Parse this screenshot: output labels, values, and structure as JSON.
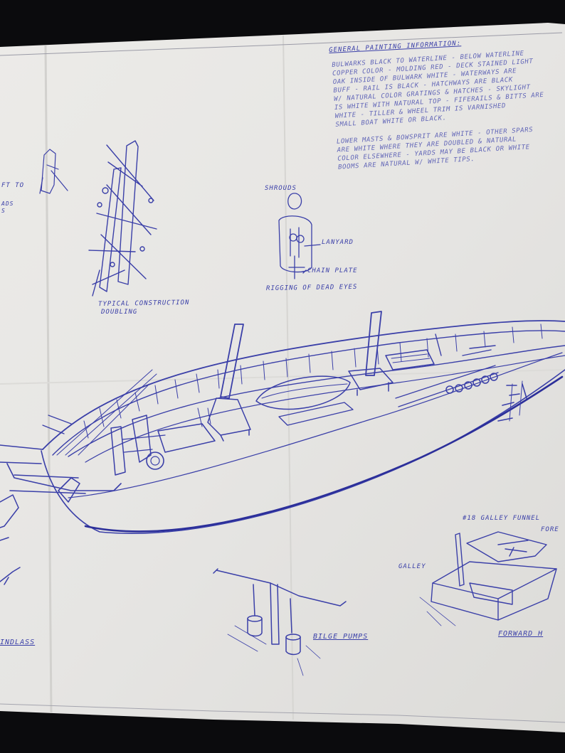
{
  "photo": {
    "subject": "ship-model-plan-sheet",
    "colors": {
      "paper": "#e9e8e6",
      "ink": "#3a3fa8",
      "background": "#0b0b0d"
    }
  },
  "general_info": {
    "heading": "GENERAL PAINTING INFORMATION:",
    "lines": [
      "BULWARKS BLACK TO WATERLINE - BELOW WATERLINE",
      "COPPER COLOR - MOLDING RED - DECK STAINED LIGHT",
      "OAK INSIDE OF BULWARK WHITE - WATERWAYS ARE",
      "BUFF - RAIL IS BLACK - HATCHWAYS ARE BLACK",
      "W/ NATURAL COLOR GRATINGS & HATCHES - SKYLIGHT",
      "IS WHITE WITH NATURAL TOP - FIFERAILS & BITTS ARE",
      "WHITE - TILLER & WHEEL TRIM IS VARNISHED",
      "SMALL BOAT WHITE OR BLACK."
    ],
    "lines2": [
      "LOWER MASTS & BOWSPRIT ARE WHITE - OTHER SPARS",
      "ARE WHITE WHERE THEY ARE DOUBLED & NATURAL",
      "COLOR ELSEWHERE - YARDS MAY BE BLACK OR WHITE",
      "BOOMS ARE NATURAL W/ WHITE TIPS."
    ]
  },
  "labels": {
    "left_fragment_1": "FT TO",
    "left_fragment_2": "ADS",
    "left_fragment_3": "S",
    "shrouds": "SHROUDS",
    "lanyard": "LANYARD",
    "chain_plate": "CHAIN PLATE",
    "rigging_deadeyes": "RIGGING OF DEAD EYES",
    "typical_construction": "TYPICAL CONSTRUCTION",
    "doubling": "DOUBLING",
    "galley_funnel": "#18 GALLEY FUNNEL",
    "fore_fragment": "FORE",
    "galley": "GALLEY",
    "windlass": "INDLASS",
    "bilge_pumps": "BILGE PUMPS",
    "forward_hatch": "FORWARD H"
  }
}
